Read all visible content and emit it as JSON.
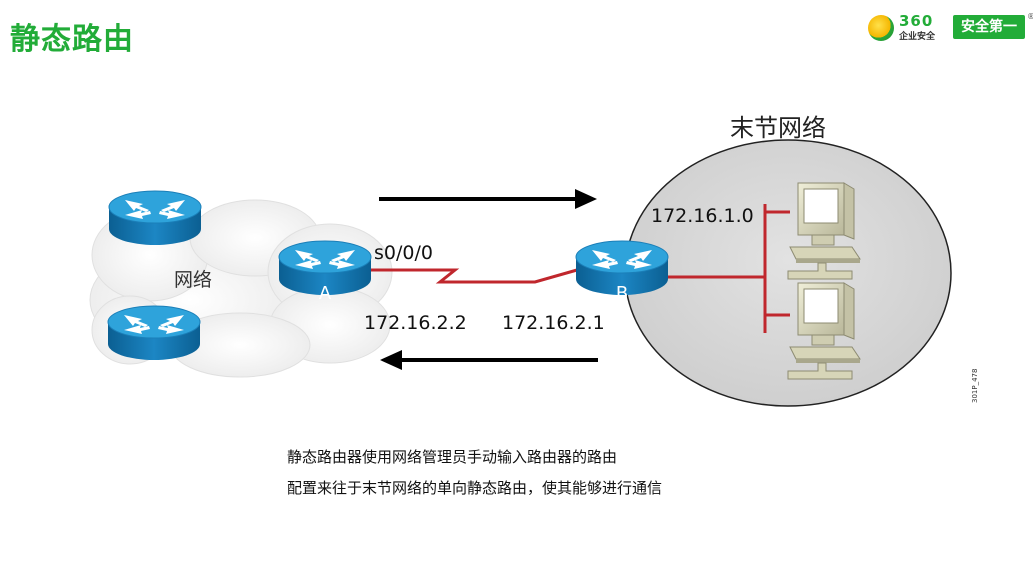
{
  "page": {
    "title": "静态路由"
  },
  "logo": {
    "number": "360",
    "subtitle": "企业安全",
    "badge": "安全第一",
    "reg": "®"
  },
  "diagram": {
    "stub_network_label": "末节网络",
    "cloud_label": "网络",
    "router_a_label": "A",
    "router_b_label": "B",
    "interface_label": "s0/0/0",
    "ip_router_a": "172.16.2.2",
    "ip_router_b": "172.16.2.1",
    "lan_network": "172.16.1.0",
    "figure_id": "301P_478"
  },
  "caption": {
    "line1": "静态路由器使用网络管理员手动输入路由器的路由",
    "line2": "配置来往于末节网络的单向静态路由，使其能够进行通信"
  },
  "colors": {
    "title": "#22ac38",
    "serial_link": "#c0272d",
    "router_top": "#2a9fd6",
    "router_side": "#0f6fa8",
    "stub_fill": "#d8d8d8"
  }
}
